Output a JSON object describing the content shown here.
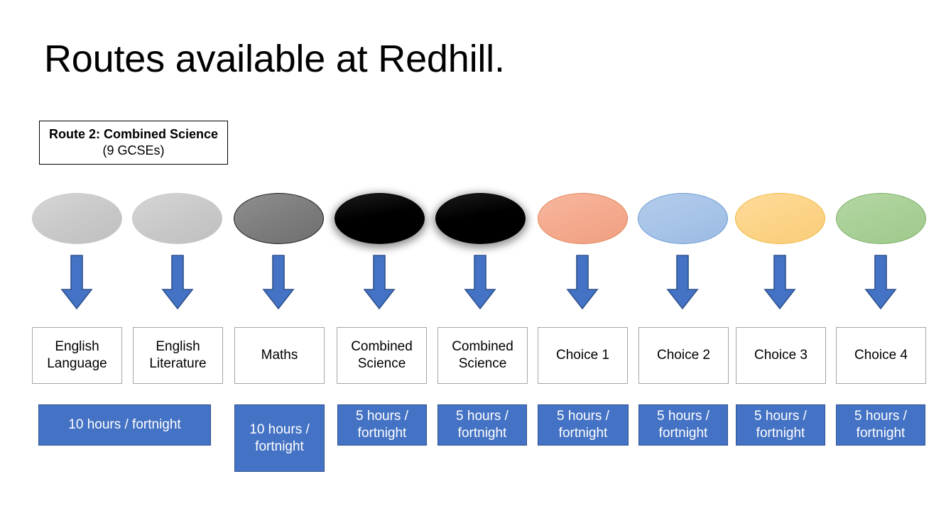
{
  "slide": {
    "title": "Routes available at Redhill.",
    "background_color": "#FFFFFF"
  },
  "route_label": {
    "bold_part": "Route 2: Combined Science",
    "normal_part": " (9 GCSEs)",
    "border_color": "#000000"
  },
  "theme": {
    "arrow_fill": "#4472C4",
    "arrow_border": "#2F528F",
    "hours_bar_fill": "#4472C4",
    "hours_bar_border": "#2F528F",
    "hours_bar_text": "#FFFFFF",
    "subject_box_border": "#A6A6A6",
    "subject_box_fill": "#FFFFFF"
  },
  "columns": [
    {
      "index": 1,
      "ellipse_style": "grey-light",
      "ellipse_color": "#C8C8C8",
      "subject": "English Language",
      "arrow": "down-arrow"
    },
    {
      "index": 2,
      "ellipse_style": "grey-light",
      "ellipse_color": "#C8C8C8",
      "subject": "English Literature",
      "arrow": "down-arrow"
    },
    {
      "index": 3,
      "ellipse_style": "grey-mid",
      "ellipse_color": "#7C7C7C",
      "subject": "Maths",
      "arrow": "down-arrow"
    },
    {
      "index": 4,
      "ellipse_style": "black",
      "ellipse_color": "#000000",
      "subject": "Combined Science",
      "arrow": "down-arrow"
    },
    {
      "index": 5,
      "ellipse_style": "black",
      "ellipse_color": "#000000",
      "subject": "Combined Science",
      "arrow": "down-arrow"
    },
    {
      "index": 6,
      "ellipse_style": "peach",
      "ellipse_color": "#F4A98D",
      "subject": "Choice 1",
      "arrow": "down-arrow"
    },
    {
      "index": 7,
      "ellipse_style": "blue",
      "ellipse_color": "#A6C3E8",
      "subject": "Choice 2",
      "arrow": "down-arrow"
    },
    {
      "index": 8,
      "ellipse_style": "amber",
      "ellipse_color": "#FCD386",
      "subject": "Choice 3",
      "arrow": "down-arrow"
    },
    {
      "index": 9,
      "ellipse_style": "green",
      "ellipse_color": "#A8CF96",
      "subject": "Choice 4",
      "arrow": "down-arrow"
    }
  ],
  "hours_bars": [
    {
      "id": "english",
      "label": "10 hours / fortnight",
      "spans_columns": [
        1,
        2
      ]
    },
    {
      "id": "maths",
      "label": "10 hours / fortnight",
      "spans_columns": [
        3
      ]
    },
    {
      "id": "combined-science-1",
      "label": "5 hours / fortnight",
      "spans_columns": [
        4
      ]
    },
    {
      "id": "combined-science-2",
      "label": "5 hours / fortnight",
      "spans_columns": [
        5
      ]
    },
    {
      "id": "choice-1",
      "label": "5 hours / fortnight",
      "spans_columns": [
        6
      ]
    },
    {
      "id": "choice-2",
      "label": "5 hours / fortnight",
      "spans_columns": [
        7
      ]
    },
    {
      "id": "choice-3",
      "label": "5 hours / fortnight",
      "spans_columns": [
        8
      ]
    },
    {
      "id": "choice-4",
      "label": "5 hours / fortnight",
      "spans_columns": [
        9
      ]
    }
  ]
}
